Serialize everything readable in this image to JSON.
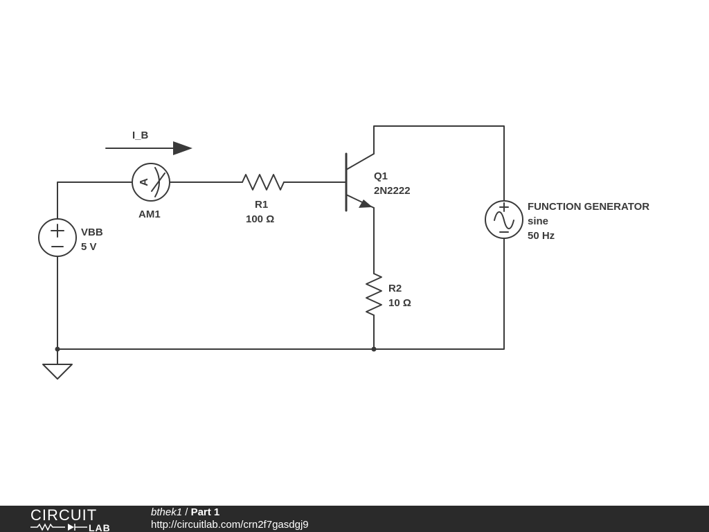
{
  "schematic": {
    "current_label": "I_B",
    "vbb": {
      "name": "VBB",
      "value": "5 V"
    },
    "ammeter": {
      "name": "AM1",
      "symbol": "A"
    },
    "r1": {
      "name": "R1",
      "value": "100 Ω"
    },
    "q1": {
      "name": "Q1",
      "part": "2N2222"
    },
    "r2": {
      "name": "R2",
      "value": "10 Ω"
    },
    "function_generator": {
      "name": "FUNCTION GENERATOR",
      "waveform": "sine",
      "frequency": "50 Hz"
    },
    "icons": [
      "dc-voltage-source-icon",
      "ammeter-icon",
      "resistor-icon",
      "npn-transistor-icon",
      "ac-source-icon",
      "ground-icon",
      "current-arrow-icon"
    ]
  },
  "footer": {
    "logo_top": "CIRCUIT",
    "logo_bottom": "LAB",
    "author": "bthek1",
    "separator": " / ",
    "project": "Part 1",
    "url": "http://circuitlab.com/crn2f7gasdgj9"
  },
  "colors": {
    "line": "#3a3a3a",
    "footer_bg": "#2a2a2a",
    "background": "#ffffff"
  }
}
